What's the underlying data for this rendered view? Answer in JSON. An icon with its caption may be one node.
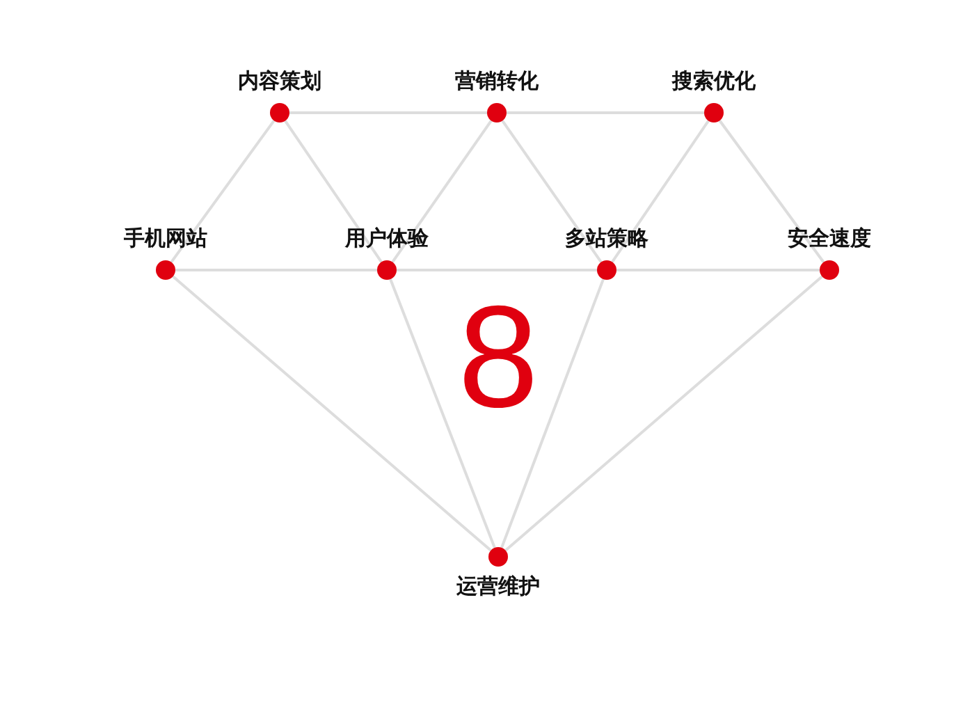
{
  "diagram": {
    "nodes": [
      {
        "text": [],
        "shape": "circle",
        "beside": [
          "内容策划"
        ]
      },
      {
        "text": [],
        "shape": "circle",
        "beside": [
          "营销转化"
        ]
      },
      {
        "text": [],
        "shape": "circle",
        "beside": [
          "搜索优化"
        ]
      },
      {
        "text": [],
        "shape": "circle",
        "beside": [
          "手机网站"
        ]
      },
      {
        "text": [],
        "shape": "circle",
        "beside": [
          "用户体验"
        ]
      },
      {
        "text": [],
        "shape": "circle",
        "beside": [
          "多站策略"
        ]
      },
      {
        "text": [],
        "shape": "circle",
        "beside": [
          "安全速度"
        ]
      },
      {
        "text": [],
        "shape": "circle",
        "beside": [
          "运营维护"
        ]
      }
    ],
    "edges": [
      {
        "from": 0,
        "to": 1,
        "arrow": "none"
      },
      {
        "from": 1,
        "to": 2,
        "arrow": "none"
      },
      {
        "from": 0,
        "to": 3,
        "arrow": "none"
      },
      {
        "from": 0,
        "to": 4,
        "arrow": "none"
      },
      {
        "from": 1,
        "to": 4,
        "arrow": "none"
      },
      {
        "from": 1,
        "to": 5,
        "arrow": "none"
      },
      {
        "from": 2,
        "to": 5,
        "arrow": "none"
      },
      {
        "from": 2,
        "to": 6,
        "arrow": "none"
      },
      {
        "from": 3,
        "to": 4,
        "arrow": "none"
      },
      {
        "from": 4,
        "to": 5,
        "arrow": "none"
      },
      {
        "from": 5,
        "to": 6,
        "arrow": "none"
      },
      {
        "from": 3,
        "to": 7,
        "arrow": "none"
      },
      {
        "from": 4,
        "to": 7,
        "arrow": "none"
      },
      {
        "from": 5,
        "to": 7,
        "arrow": "none"
      },
      {
        "from": 6,
        "to": 7,
        "arrow": "none"
      }
    ],
    "labels": [
      "8"
    ]
  }
}
